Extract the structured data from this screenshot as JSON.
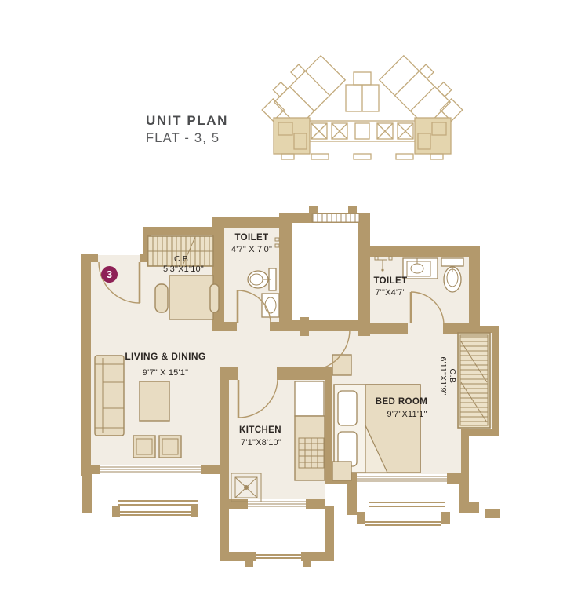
{
  "title": {
    "line1": "UNIT PLAN",
    "line2": "FLAT - 3, 5"
  },
  "unit_badge": "3",
  "labels": {
    "living": {
      "name": "LIVING & DINING",
      "dims": "9'7\" X 15'1\""
    },
    "kitchen": {
      "name": "KITCHEN",
      "dims": "7'1\"X8'10\""
    },
    "bedroom": {
      "name": "BED ROOM",
      "dims": "9'7\"X11'1\""
    },
    "toilet_top": {
      "name": "TOILET",
      "dims": "4'7\" X 7'0\""
    },
    "toilet_right": {
      "name": "TOILET",
      "dims": "7'\"X4'7\""
    },
    "cupboard_top": {
      "name": "C.B",
      "dims": "5'3\"X1'10\""
    },
    "cupboard_bedroom": {
      "name": "C.B",
      "dims": "6'11\"X1'9\""
    }
  },
  "colors": {
    "wall": "#b3996c",
    "room_fill": "#f2ede4",
    "furniture_fill": "#e8dcc2",
    "furniture_line": "#a28a60",
    "cupboard_fill": "#ece1c8",
    "badge": "#8e2156",
    "label_text": "#2b2622",
    "title_text": "#4b4c4e",
    "keyplan_line": "#c2aa7c",
    "keyplan_fill": "#e4d5ae"
  }
}
